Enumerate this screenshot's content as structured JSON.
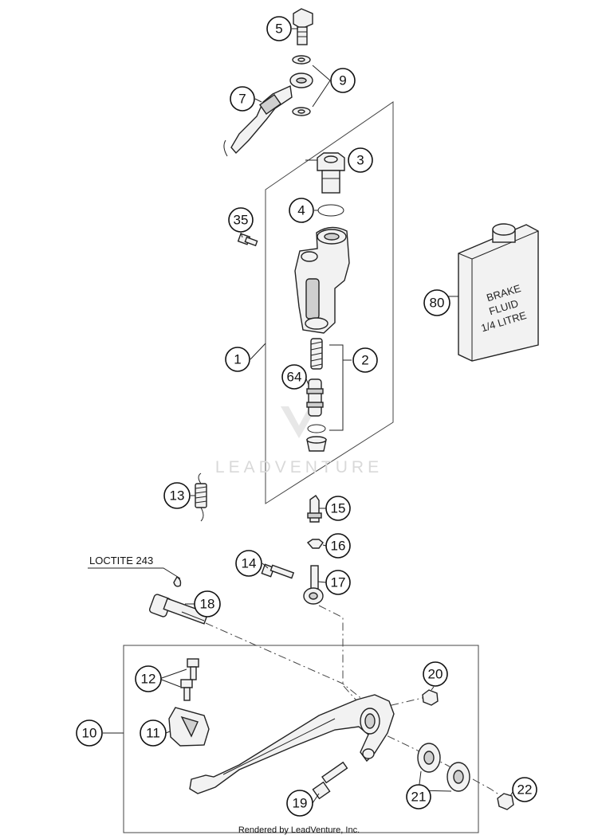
{
  "callouts": [
    {
      "label": "1"
    },
    {
      "label": "2"
    },
    {
      "label": "3"
    },
    {
      "label": "4"
    },
    {
      "label": "5"
    },
    {
      "label": "7"
    },
    {
      "label": "9"
    },
    {
      "label": "10"
    },
    {
      "label": "11"
    },
    {
      "label": "12"
    },
    {
      "label": "13"
    },
    {
      "label": "14"
    },
    {
      "label": "15"
    },
    {
      "label": "16"
    },
    {
      "label": "17"
    },
    {
      "label": "18"
    },
    {
      "label": "19"
    },
    {
      "label": "20"
    },
    {
      "label": "21"
    },
    {
      "label": "22"
    },
    {
      "label": "35"
    },
    {
      "label": "64"
    },
    {
      "label": "80"
    }
  ],
  "brake_fluid_label": [
    "BRAKE",
    "FLUID",
    "1/4 LITRE"
  ],
  "loctite_note": "LOCTITE 243",
  "watermark": "LEADVENTURE",
  "footer": "Rendered by LeadVenture, Inc."
}
